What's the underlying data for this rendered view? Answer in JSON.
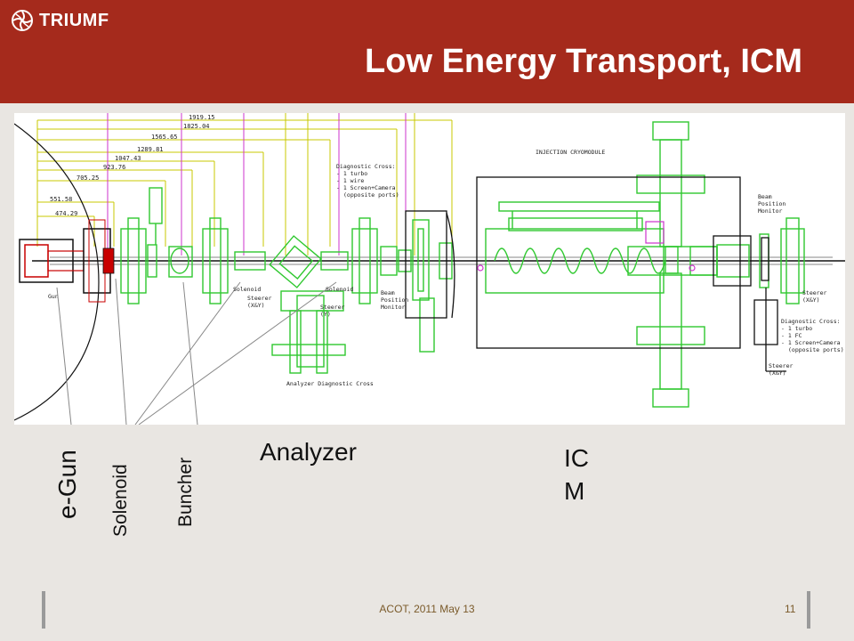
{
  "header": {
    "logo_text": "TRIUMF",
    "title": "Low Energy Transport, ICM",
    "color": "#a52a1c"
  },
  "drawing": {
    "dimensions": [
      "1919.15",
      "1825.04",
      "1565.65",
      "1289.81",
      "1047.43",
      "923.76",
      "705.25",
      "551.58",
      "474.29"
    ],
    "labels": {
      "gun": "Gun",
      "solenoid_1": "Solenoid",
      "solenoid_2": "Solenoid",
      "steerer_xy_1": "Steerer",
      "steerer_xy_1_sub": "(X&Y)",
      "steerer_y": "Steerer",
      "steerer_y_sub": "(Y)",
      "bpm_1": "Beam",
      "bpm_1_sub": "Position",
      "bpm_1_sub2": "Monitor",
      "injection_cryomodule": "INJECTION CRYOMODULE",
      "analyzer_cross": "Analyzer Diagnostic Cross",
      "diag_cross_1": "Diagnostic Cross:",
      "diag_cross_1_items": [
        "- 1 turbo",
        "- 1 wire",
        "- 1 Screen+Camera",
        "(opposite ports)"
      ],
      "bpm_2": "Beam",
      "bpm_2_sub": "Position",
      "bpm_2_sub2": "Monitor",
      "steerer_xy_2": "Steerer",
      "steerer_xy_2_sub": "(X&Y)",
      "diag_cross_2": "Diagnostic Cross:",
      "diag_cross_2_items": [
        "- 1 turbo",
        "- 1 FC",
        "- 1 Screen+Camera",
        "(opposite ports)"
      ],
      "steerer_xy_3": "Steerer",
      "steerer_xy_3_sub": "(X&Y)"
    },
    "colors": {
      "green": "#2fc82f",
      "magenta": "#cc33cc",
      "yellow": "#c8c800",
      "red": "#c80000",
      "dark": "#111111"
    }
  },
  "annotations": {
    "egun": "e-Gun",
    "solenoid": "Solenoid",
    "buncher": "Buncher",
    "analyzer": "Analyzer",
    "icm_line1": "IC",
    "icm_line2": "M"
  },
  "footer": {
    "text": "ACOT, 2011 May 13",
    "page_number": "11"
  }
}
